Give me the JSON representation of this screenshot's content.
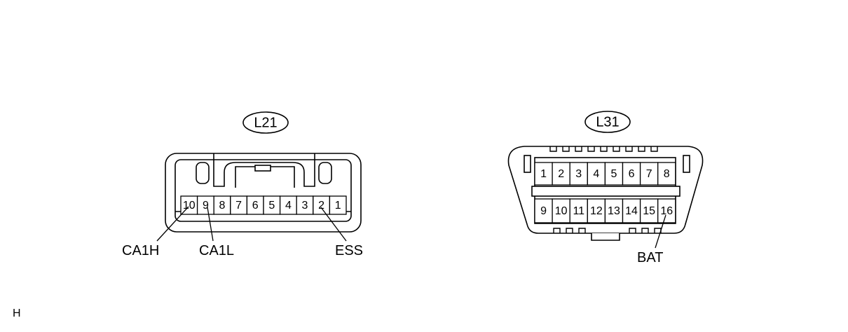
{
  "connectors": [
    {
      "id": "L21",
      "pins": [
        "10",
        "9",
        "8",
        "7",
        "6",
        "5",
        "4",
        "3",
        "2",
        "1"
      ],
      "callouts": [
        {
          "label": "CA1H",
          "pin": "10"
        },
        {
          "label": "CA1L",
          "pin": "9"
        },
        {
          "label": "ESS",
          "pin": "2"
        }
      ]
    },
    {
      "id": "L31",
      "top_pins": [
        "1",
        "2",
        "3",
        "4",
        "5",
        "6",
        "7",
        "8"
      ],
      "bottom_pins": [
        "9",
        "10",
        "11",
        "12",
        "13",
        "14",
        "15",
        "16"
      ],
      "callouts": [
        {
          "label": "BAT",
          "pin": "16"
        }
      ]
    }
  ],
  "corner_mark": "H"
}
